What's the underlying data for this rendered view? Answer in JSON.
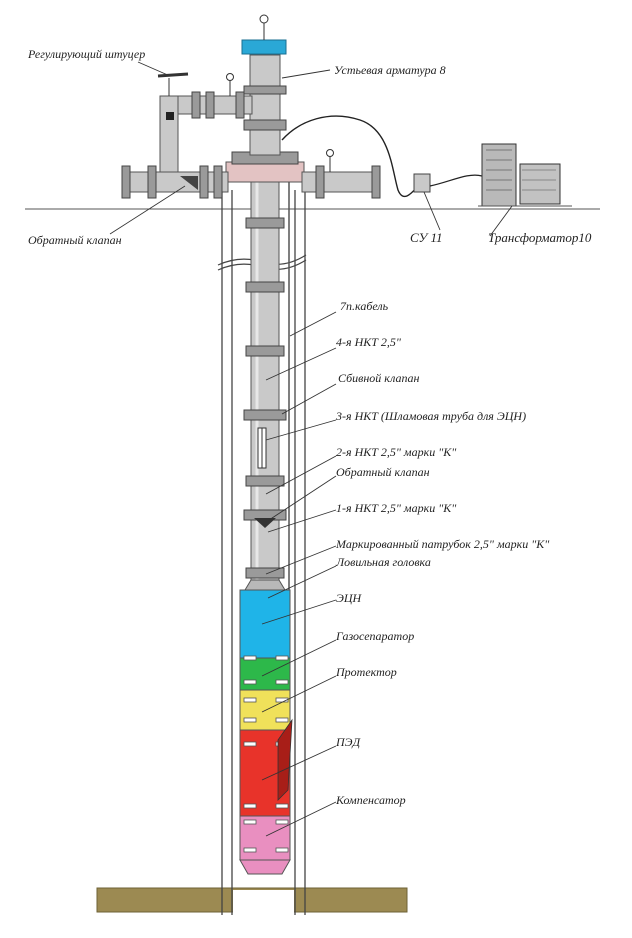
{
  "labels": {
    "regulating_fitting": "Регулирующий штуцер",
    "wellhead_fitting": "Устьевая арматура 8",
    "check_valve_top": "Обратный клапан",
    "control_station": "СУ 11",
    "transformer": "Трансформатор10",
    "cable": "7п.кабель",
    "tubing_4": "4-я НКТ 2,5\"",
    "drain_valve": "Сбивной клапан",
    "tubing_3": "3-я НКТ (Шламовая труба для ЭЦН)",
    "tubing_2": "2-я НКТ  2,5\" марки \"К\"",
    "check_valve": "Обратный клапан",
    "tubing_1": "1-я НКТ  2,5\" марки \"К\"",
    "marked_pipe": "Маркированный патрубок 2,5\" марки \"К\"",
    "fishing_head": "Ловильная головка",
    "pump": "ЭЦН",
    "gas_separator": "Газосепаратор",
    "protector": "Протектор",
    "motor": "ПЭД",
    "compensator": "Компенсатор"
  },
  "colors": {
    "pump": "#1fb4e8",
    "gas_separator": "#2db84a",
    "protector": "#f0e15a",
    "motor": "#e8332a",
    "compensator": "#e98fc0",
    "ground": "#9c8a52",
    "wellhead_top": "#2aa8d6",
    "flange": "#e3c3c3"
  }
}
